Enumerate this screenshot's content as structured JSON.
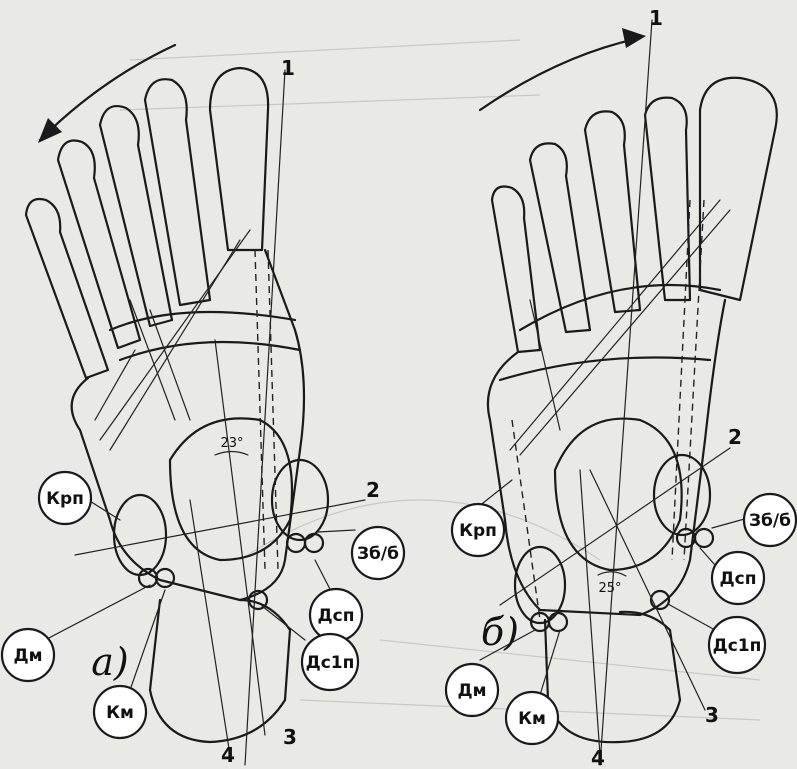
{
  "figure": {
    "left": {
      "panel_label": "а)",
      "angle": "23°",
      "axis_numbers": [
        "1",
        "2",
        "3",
        "4"
      ],
      "callouts": [
        "Крп",
        "Зб/б",
        "Дсп",
        "Дм",
        "Км",
        "Дс1п"
      ]
    },
    "right": {
      "panel_label": "б)",
      "angle": "25°",
      "axis_numbers": [
        "1",
        "2",
        "3",
        "4"
      ],
      "callouts": [
        "Крп",
        "Зб/б",
        "Дсп",
        "Дс1п",
        "Дм",
        "Км"
      ]
    }
  },
  "colors": {
    "ink": "#1a1a1a",
    "paper": "#e9e9e5",
    "callout_fill": "#ffffff"
  }
}
